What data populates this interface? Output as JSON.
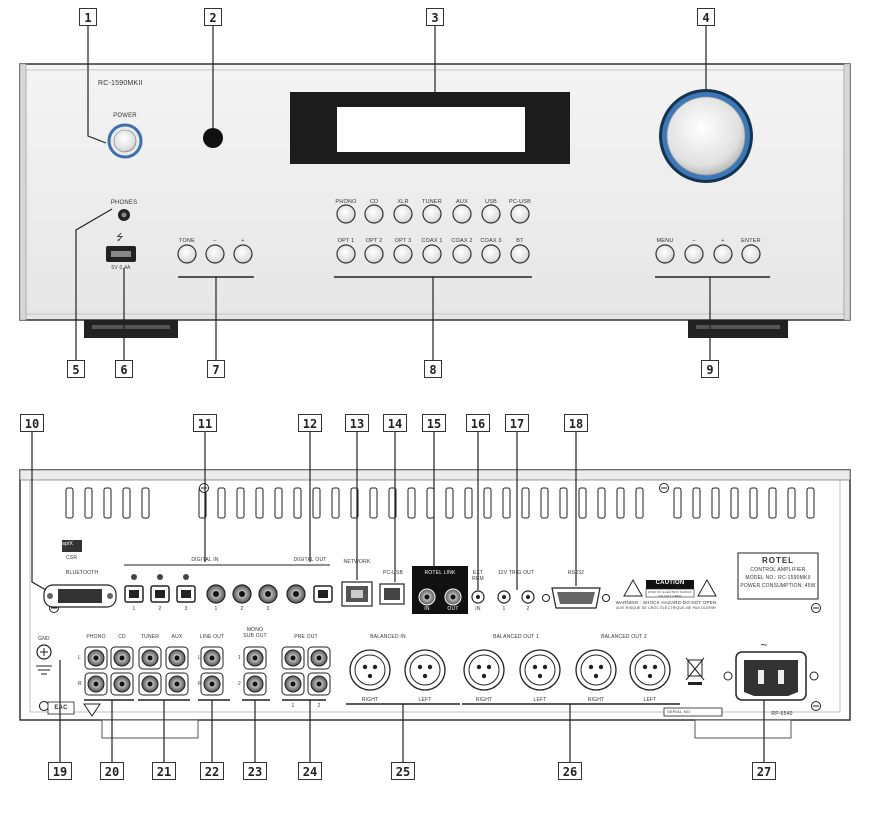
{
  "callouts": [
    "1",
    "2",
    "3",
    "4",
    "5",
    "6",
    "7",
    "8",
    "9",
    "10",
    "11",
    "12",
    "13",
    "14",
    "15",
    "16",
    "17",
    "18",
    "19",
    "20",
    "21",
    "22",
    "23",
    "24",
    "25",
    "26",
    "27"
  ],
  "front": {
    "model": "RC-1590MKII",
    "power": "POWER",
    "phones": "PHONES",
    "usb_spec": "5V 0.4A",
    "tone_buttons": [
      "TONE",
      "–",
      "+"
    ],
    "source_row1": [
      "PHONO",
      "CD",
      "XLR",
      "TUNER",
      "AUX",
      "USB",
      "PC-USB"
    ],
    "source_row2": [
      "OPT 1",
      "OPT 2",
      "OPT 3",
      "COAX 1",
      "COAX 2",
      "COAX 3",
      "BT"
    ],
    "menu_buttons": [
      "MENU",
      "–",
      "+",
      "ENTER"
    ]
  },
  "rear": {
    "aptx": "aptX",
    "csr": "CSR",
    "bluetooth": "BLUETOOTH",
    "digital_in": "DIGITAL IN",
    "digital_in_nums": [
      "1",
      "2",
      "3",
      "1",
      "2",
      "3"
    ],
    "digital_out": "DIGITAL OUT",
    "network": "NETWORK",
    "pc_usb": "PC-USB",
    "rotel_link": "ROTEL LINK",
    "link_in": "IN",
    "link_out": "OUT",
    "ext_rem": "EXT REM",
    "ext_in": "IN",
    "trig_out": "12V TRIG OUT",
    "trig_nums": [
      "1",
      "2"
    ],
    "rs232": "RS232",
    "caution_title": "CAUTION",
    "caution_line1": "RISK OF ELECTRIC SHOCK",
    "caution_line2": "DO NOT OPEN",
    "warning_line1": "WARNING : SHOCK HAZARD-DO NOT OPEN",
    "warning_line2": "AVIS RISQUE DE CHOC ÉLECTRIQUE-NE PAS OUVRIR",
    "brand": "ROTEL",
    "plate_line1": "CONTROL AMPLIFIER",
    "plate_line2": "MODEL NO.: RC-1590MKII",
    "plate_line3": "POWER CONSUMPTION: 45W",
    "gnd": "GND",
    "phono": "PHONO",
    "cd": "CD",
    "tuner": "TUNER",
    "aux": "AUX",
    "line_out": "LINE OUT",
    "mono_sub_out": "MONO SUB OUT",
    "pre_out": "PRE OUT",
    "pre_nums": [
      "1",
      "2"
    ],
    "sub_nums": [
      "1",
      "2"
    ],
    "l": "L",
    "r": "R",
    "balanced_in": "BALANCED IN",
    "balanced_out_1": "BALANCED OUT 1",
    "balanced_out_2": "BALANCED OUT 2",
    "right": "RIGHT",
    "left": "LEFT",
    "serial": "SERIAL NO.",
    "model_code": "RP-6540",
    "ac_symbol": "~",
    "eac": "EAC"
  }
}
